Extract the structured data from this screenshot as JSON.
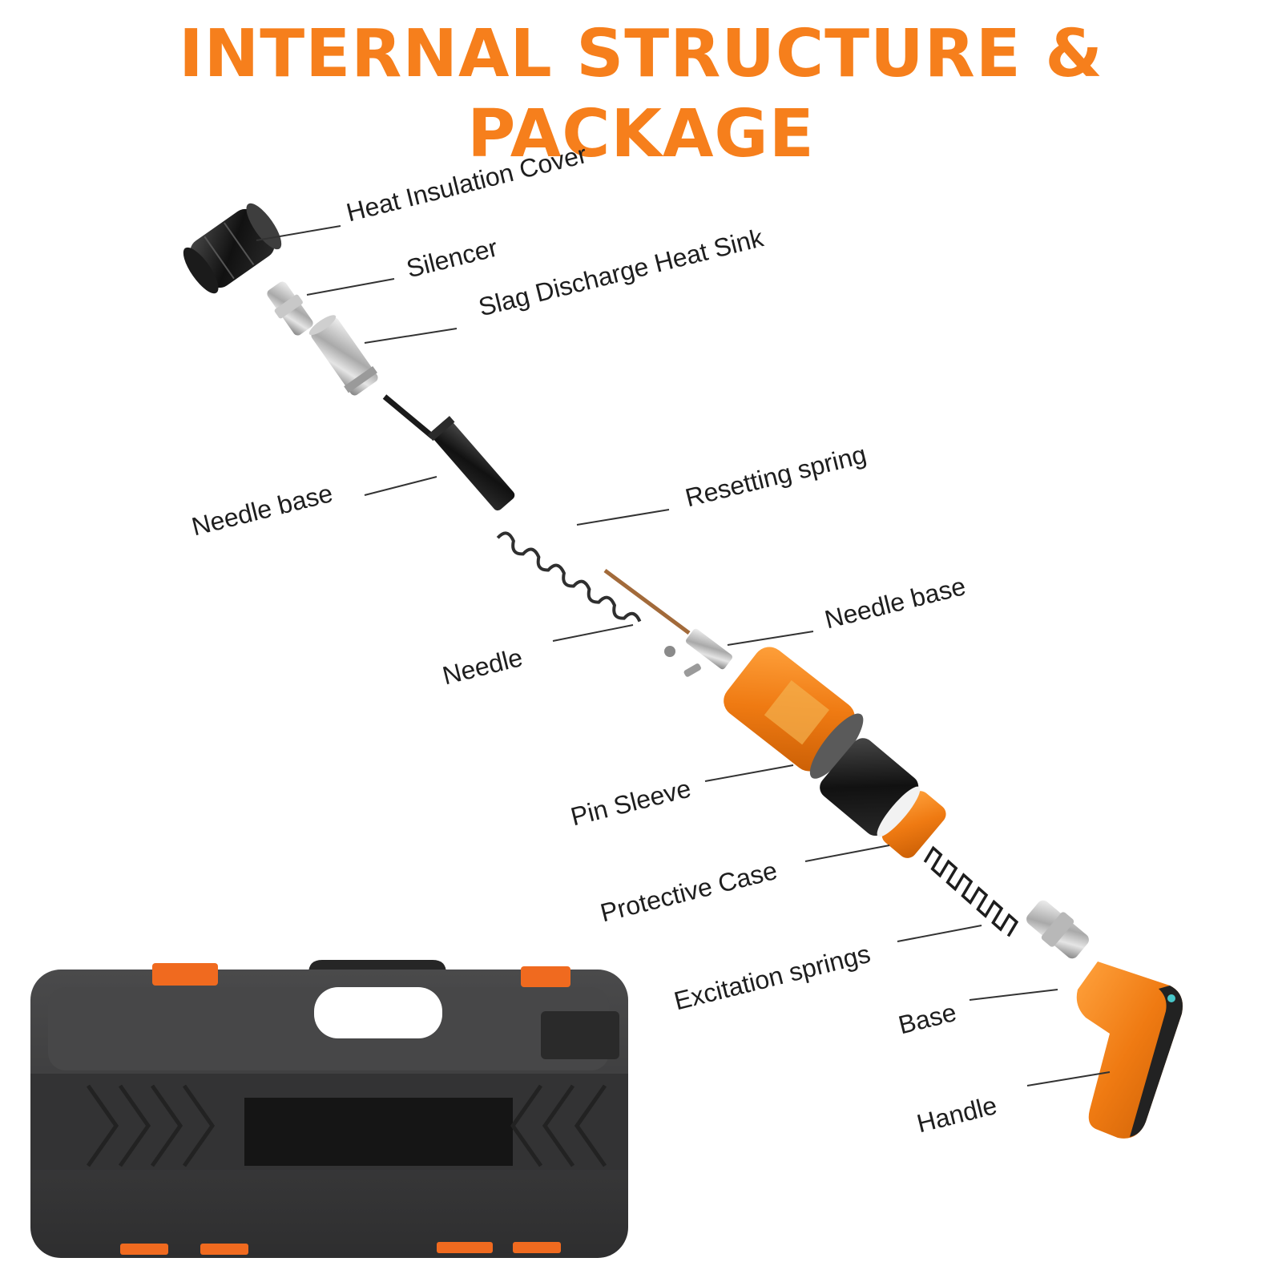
{
  "title": "INTERNAL STRUCTURE & PACKAGE",
  "colors": {
    "accent": "#f67f1c",
    "case_body": "#3a3a3b",
    "label_text": "#1e1e1e"
  },
  "labels": [
    "Heat Insulation Cover",
    "Silencer",
    "Slag Discharge Heat Sink",
    "Needle base",
    "Resetting spring",
    "Needle",
    "Needle base",
    "Pin Sleeve",
    "Protective Case",
    "Excitation springs",
    "Base",
    "Handle"
  ]
}
